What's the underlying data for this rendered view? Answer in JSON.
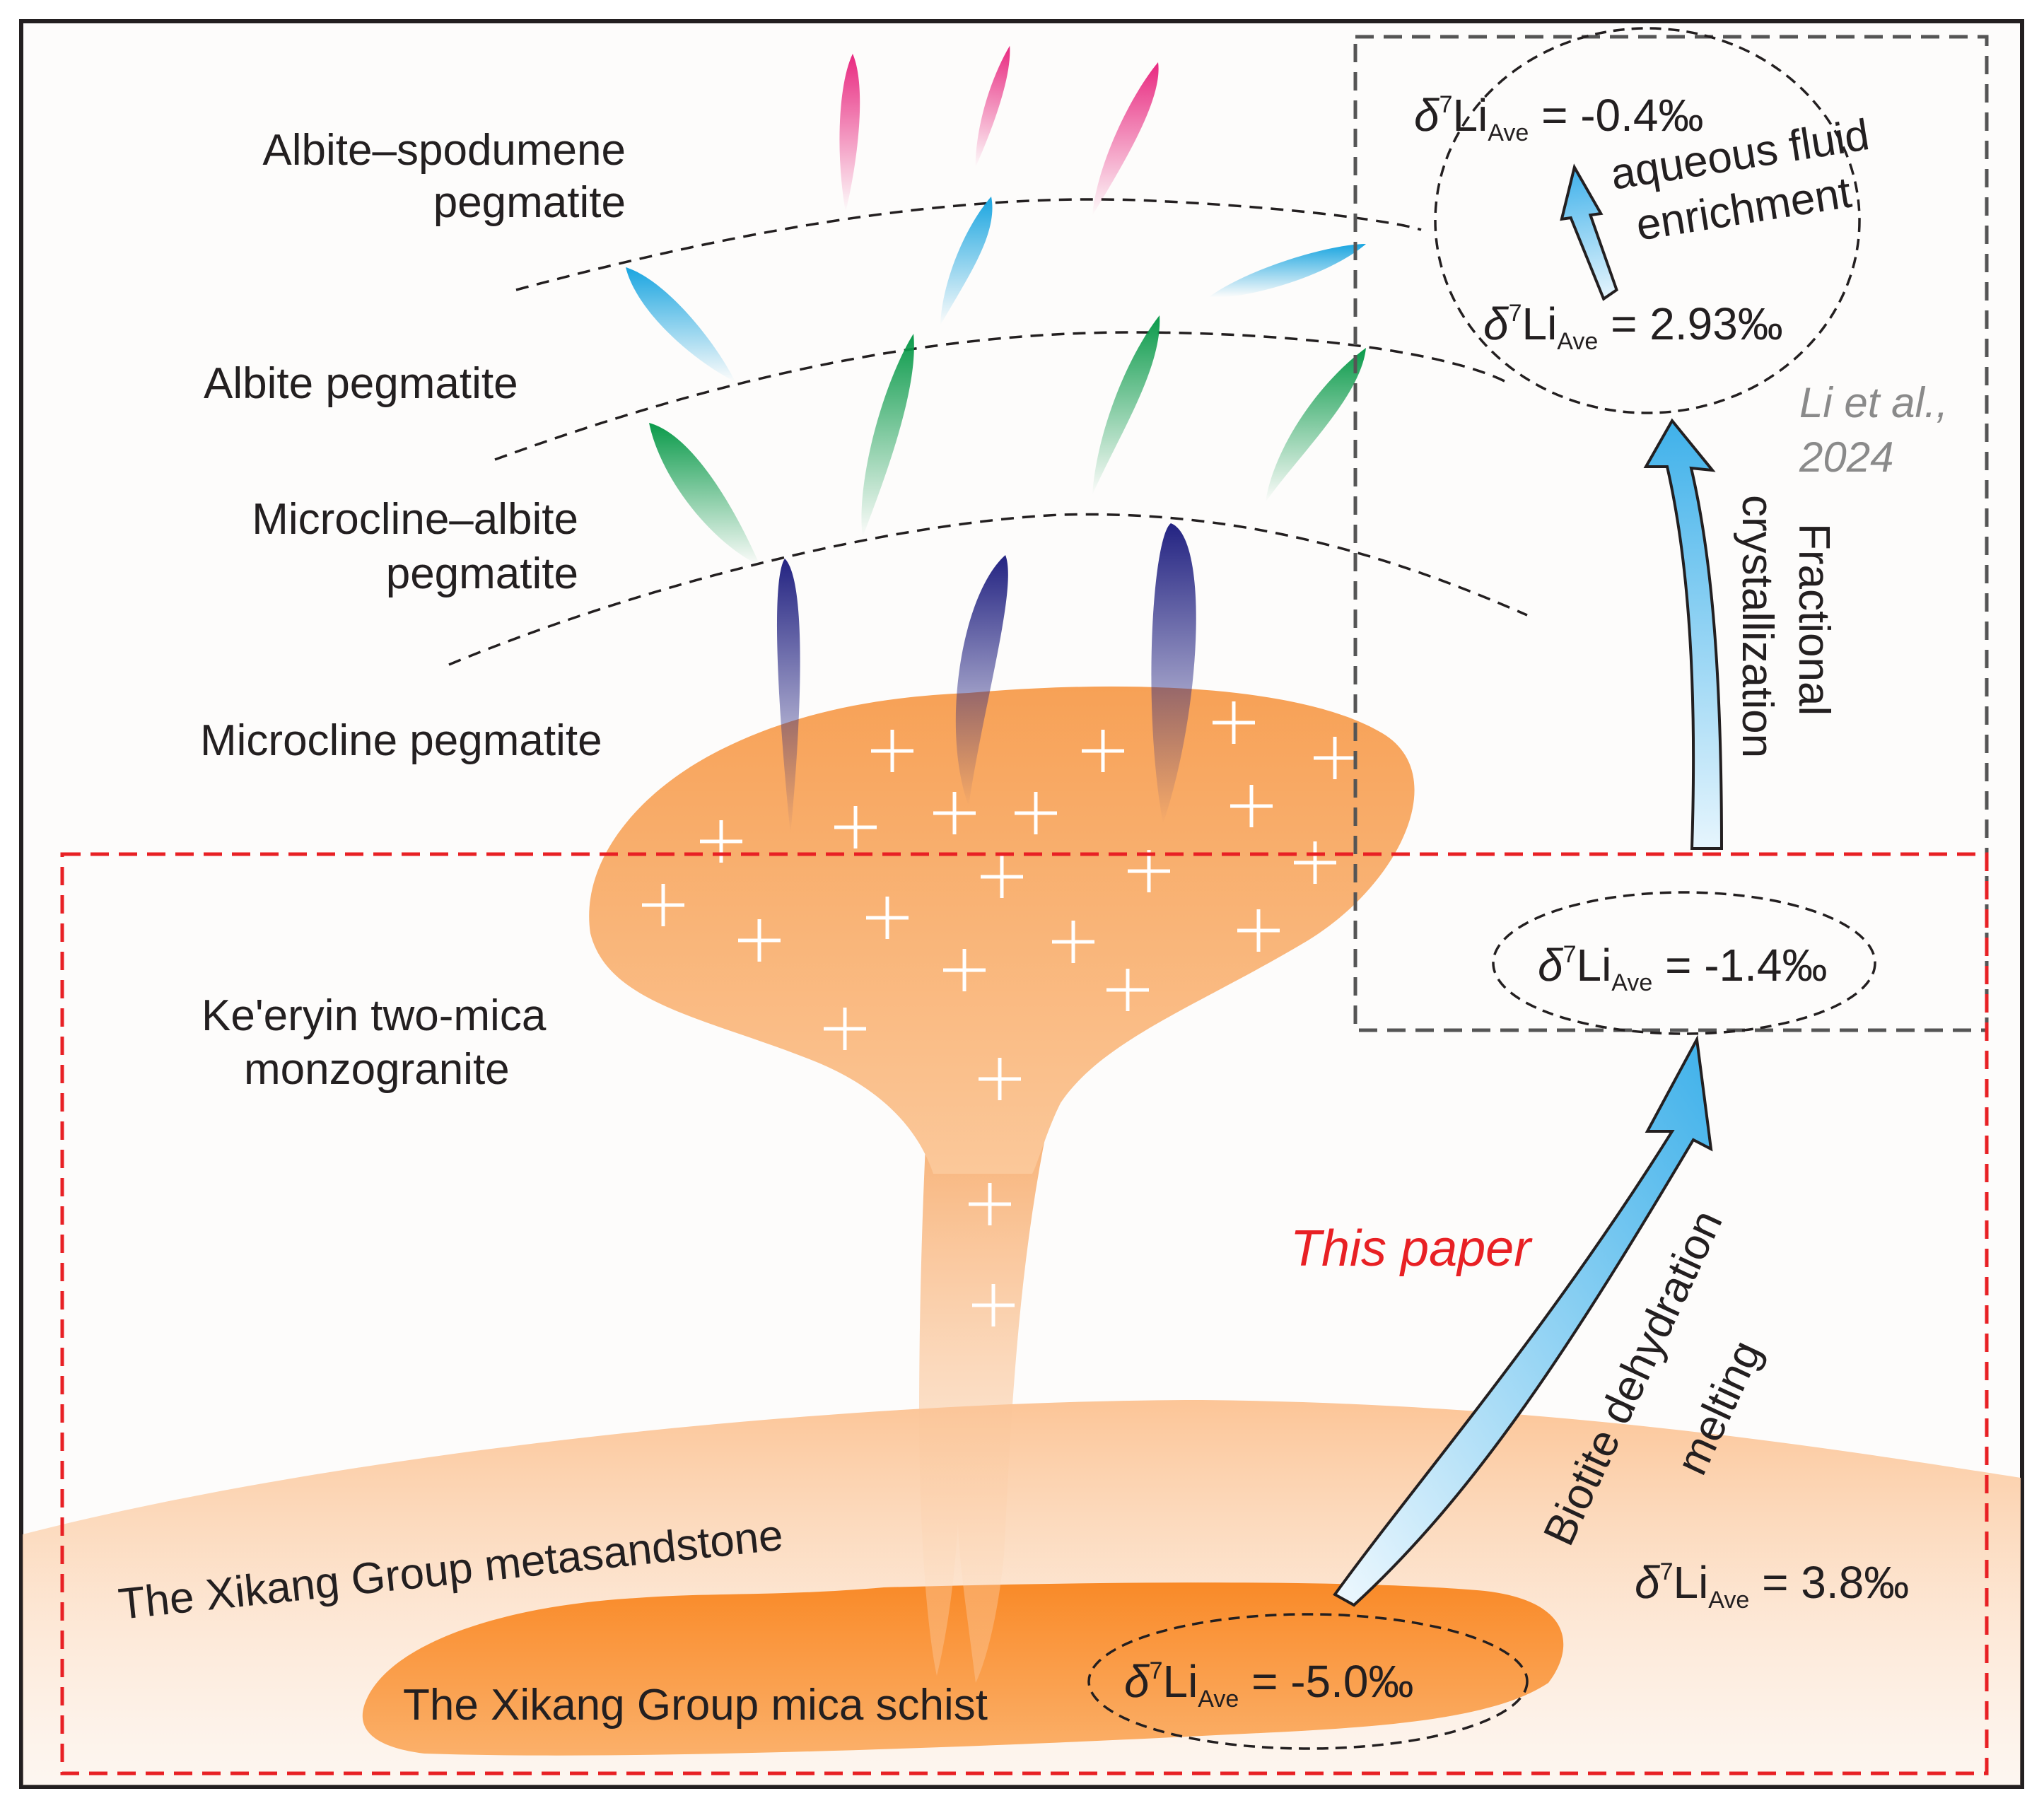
{
  "zones": {
    "albite_spodumene": "Albite–spodumene pegmatite",
    "albite": "Albite pegmatite",
    "microcline_albite": "Microcline–albite pegmatite",
    "microcline": "Microcline pegmatite",
    "monzogranite": "Ke'eryin two-mica monzogranite",
    "metasandstone": "The Xikang  Group  metasandstone",
    "schist": "The Xikang Group mica schist"
  },
  "processes": {
    "aqueous": "aqueous fluid enrichment",
    "fractional": "Fractional crystallization",
    "biotite": "Biotite dehydration melting"
  },
  "isotopes": {
    "delta": "δ",
    "mass": "7",
    "element": "Li",
    "subscript": "Ave",
    "top": " = -0.4‰",
    "upper": " = 2.93‰",
    "granite": " = -1.4‰",
    "schist": " = -5.0‰",
    "metasandstone": " = 3.8‰"
  },
  "annotations": {
    "citation": "Li et al., 2024",
    "this_paper": "This paper"
  },
  "colors": {
    "granite": "#f7a560",
    "metasandstone": "#fccca2",
    "schist": "#f98c2a",
    "albite_spodumene": "#e8287f",
    "albite": "#1aa5e0",
    "microcline_albite": "#0a9a4a",
    "microcline": "#2a2a86",
    "arrow": "#4ab6ea",
    "red_frame": "#e82024",
    "gray_frame": "#555555",
    "citation_gray": "#8a8a8a"
  }
}
